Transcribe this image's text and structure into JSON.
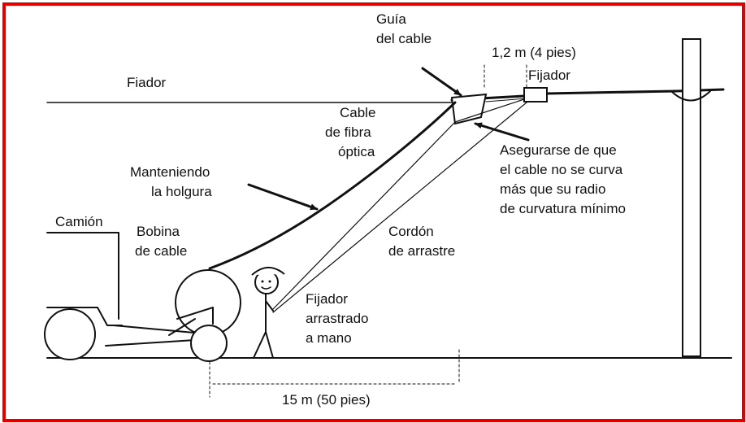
{
  "colors": {
    "border": "#e00000",
    "ink": "#111111",
    "background": "#ffffff"
  },
  "labels": {
    "guia_line1": "Guía",
    "guia_line2": "del cable",
    "dist_top": "1,2 m (4 pies)",
    "fijador_top": "Fijador",
    "fiador": "Fiador",
    "cable_line1": "Cable",
    "cable_line2": "de fibra",
    "cable_line3": "óptica",
    "holgura_line1": "Manteniendo",
    "holgura_line2": "la holgura",
    "asegurar_line1": "Asegurarse de que",
    "asegurar_line2": "el cable no se curva",
    "asegurar_line3": "más que su radio",
    "asegurar_line4": "de curvatura mínimo",
    "camion": "Camión",
    "bobina_line1": "Bobina",
    "bobina_line2": "de cable",
    "cordon_line1": "Cordón",
    "cordon_line2": "de arrastre",
    "fijador_mano_line1": "Fijador",
    "fijador_mano_line2": "arrastrado",
    "fijador_mano_line3": "a mano",
    "dist_bottom": "15 m (50 pies)"
  }
}
